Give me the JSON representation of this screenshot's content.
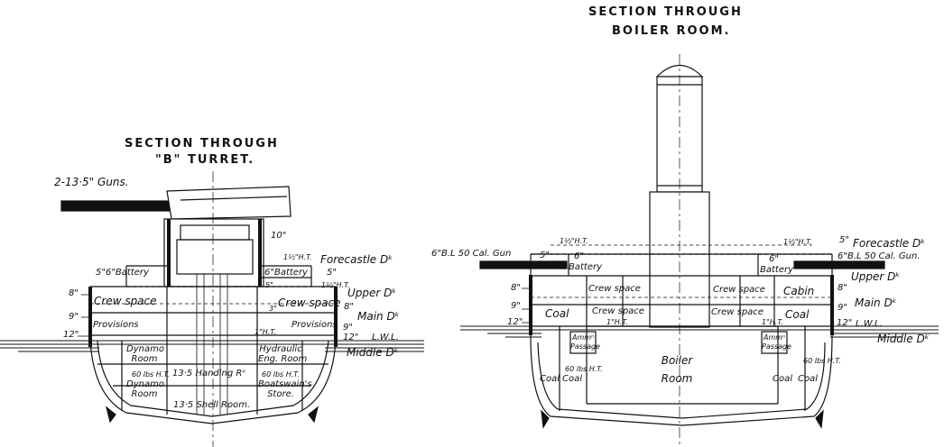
{
  "titles": {
    "turret": [
      "SECTION THROUGH",
      "\"B\" TURRET."
    ],
    "boiler": [
      "SECTION THROUGH",
      "BOILER ROOM."
    ]
  },
  "turret_labels": {
    "guns": "2-13·5\" Guns.",
    "armor_10": "10\"",
    "ht_1_5": "1½\"H.T.",
    "forecastle_dk": "Forecastle Dᵏ",
    "battery_left": "5\"6\"Battery",
    "battery_right": "6\"Battery",
    "armor_5_right": "5\"",
    "armor_5_small": "5\"",
    "ht_1_5_b": "1½\"H.T.",
    "upper_dk": "Upper Dᵏ",
    "armor_8_left": "8\"",
    "crew_left": "Crew space",
    "crew_right": "Crew space",
    "armor_3": "3\"",
    "armor_8_right": "8\"",
    "armor_9_left": "9\"",
    "prov_left": "Provisions",
    "prov_right": "Provisions",
    "ht_1_right": "1\"H.T.",
    "main_dk": "Main Dᵏ",
    "armor_9_right": "9\"",
    "armor_12_left": "12\"",
    "armor_12_right": "12\"",
    "lwl": "L.W.L.",
    "middle_dk": "Middle Dᵏ",
    "dynamo_1": "Dynamo",
    "dynamo_1b": "Room",
    "hydraulic_1": "Hydraulic",
    "hydraulic_2": "Eng. Room",
    "lbs_60_left": "60 lbs H.T.",
    "handling": "13·5 Handing Rᵛ",
    "lbs_60_right": "60 lbs H.T.",
    "dynamo_2": "Dynamo",
    "dynamo_2b": "Room",
    "boatswain_1": "Boatswain's",
    "boatswain_2": "Store.",
    "shell": "13·5 Shell Room."
  },
  "boiler_labels": {
    "gun_left": "6\"B.L 50 Cal. Gun",
    "armor_5_left": "5\"",
    "ht_left": "1½\"H.T.",
    "six_left": "6\"",
    "battery_left": "Battery",
    "ht_right": "1½\"H.T.",
    "armor_5_right": "5\"",
    "forecastle_dk": "Forecastle Dᵏ",
    "gun_right": "6\"B.L 50 Cal. Gun.",
    "six_right": "6\"",
    "battery_right": "Battery",
    "upper_dk": "Upper Dᵏ",
    "armor_8_left": "8\"",
    "crew_left": "Crew space",
    "crew_right": "Crew space",
    "cabin": "Cabin",
    "armor_8_right": "8\"",
    "armor_9_left": "9\"",
    "coal_left": "Coal",
    "crew_left_2": "Crew space",
    "ht_1_left": "1\"H.T.",
    "crew_right_2": "Crew space",
    "ht_1_right": "1\"H.T.",
    "coal_right": "Coal",
    "main_dk": "Main Dᵏ",
    "armor_9_right": "9\"",
    "armor_12_left": "12\"",
    "armor_12_right": "12\"",
    "lwl": "L.W.L.",
    "middle_dk": "Middle Dᵏ",
    "amm_left_1": "Ammⁿ",
    "amm_left_2": "Passage",
    "amm_right_1": "Ammⁿ",
    "amm_right_2": "Passage",
    "boiler_1": "Boiler",
    "boiler_2": "Room",
    "lbs_left": "60 lbs H.T.",
    "lbs_right": "60 lbs H.T.",
    "coal_wl": "Coal",
    "coal_wl2": "Coal",
    "coal_wr": "Coal",
    "coal_wr2": "Coal"
  }
}
